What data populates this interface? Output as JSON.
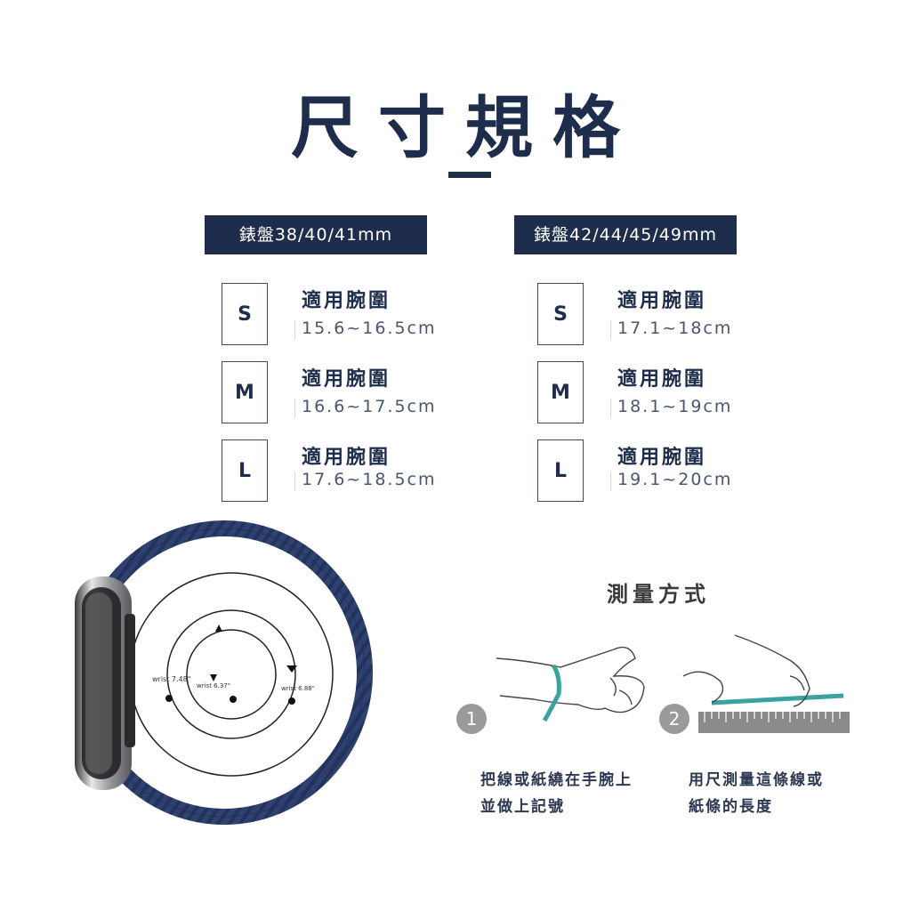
{
  "title": "尺寸規格",
  "columns": [
    {
      "header": "錶盤38/40/41mm",
      "sizes": [
        {
          "size": "S",
          "label": "適用腕圍",
          "range": "15.6~16.5cm"
        },
        {
          "size": "M",
          "label": "適用腕圍",
          "range": "16.6~17.5cm"
        },
        {
          "size": "L",
          "label": "適用腕圍",
          "range": "17.6~18.5cm"
        }
      ]
    },
    {
      "header": "錶盤42/44/45/49mm",
      "sizes": [
        {
          "size": "S",
          "label": "適用腕圍",
          "range": "17.1~18cm"
        },
        {
          "size": "M",
          "label": "適用腕圍",
          "range": "18.1~19cm"
        },
        {
          "size": "L",
          "label": "適用腕圍",
          "range": "19.1~20cm"
        }
      ]
    }
  ],
  "diagram": {
    "labels": [
      "wrist 7.48\"",
      "wrist 6.37\"",
      "wrist 6.88\""
    ]
  },
  "measure": {
    "title": "測量方式",
    "steps": [
      {
        "number": "1",
        "line1": "把線或紙繞在手腕上",
        "line2": "並做上記號"
      },
      {
        "number": "2",
        "line1": "用尺測量這條線或",
        "line2": "紙條的長度"
      }
    ]
  },
  "colors": {
    "navy": "#1f2d4c",
    "band": "#2e4170",
    "teal": "#3aa3a0"
  },
  "icons": [
    "watch-band-image",
    "wrist-hand-illustration",
    "ruler-icon"
  ]
}
